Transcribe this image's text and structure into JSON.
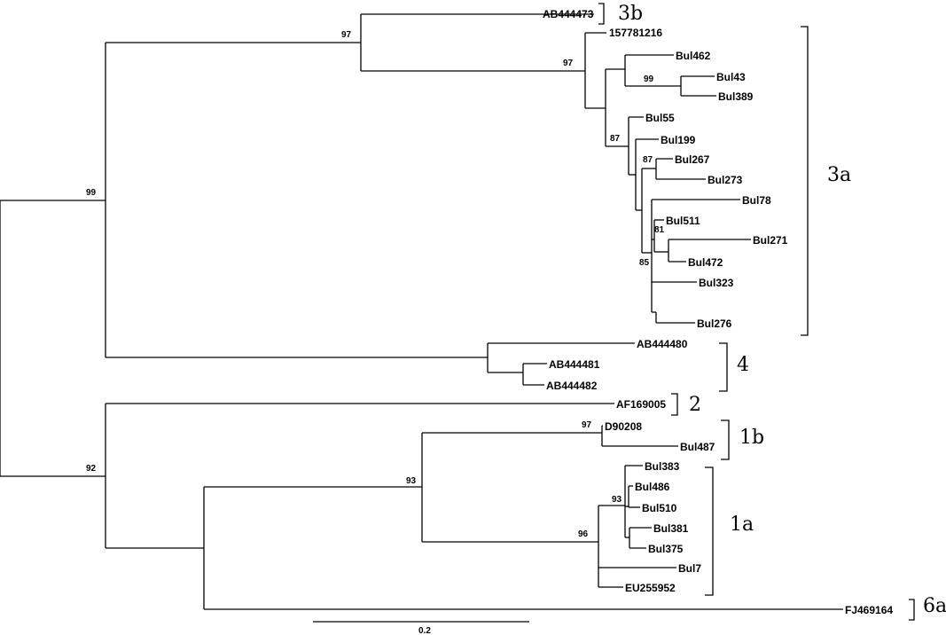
{
  "leaves": {
    "ab444473": "AB444473",
    "n157781216": "157781216",
    "bul462": "Bul462",
    "bul43": "Bul43",
    "bul389": "Bul389",
    "bul55": "Bul55",
    "bul199": "Bul199",
    "bul267": "Bul267",
    "bul273": "Bul273",
    "bul78": "Bul78",
    "bul511": "Bul511",
    "bul271": "Bul271",
    "bul472": "Bul472",
    "bul323": "Bul323",
    "bul276": "Bul276",
    "ab444480": "AB444480",
    "ab444481": "AB444481",
    "ab444482": "AB444482",
    "af169005": "AF169005",
    "d90208": "D90208",
    "bul487": "Bul487",
    "bul383": "Bul383",
    "bul486": "Bul486",
    "bul510": "Bul510",
    "bul381": "Bul381",
    "bul375": "Bul375",
    "bul7": "Bul7",
    "eu255952": "EU255952",
    "fj469164": "FJ469164"
  },
  "bootstrap": {
    "root_upper": "99",
    "root_lower": "92",
    "clade3": "97",
    "clade3a": "97",
    "bul43_group": "99",
    "bul55_group": "87",
    "bul267_group": "87",
    "bul511_group": "81",
    "bul78_group": "85",
    "clade1": "93",
    "clade1b": "97",
    "clade1a": "96",
    "bul486_group": "93"
  },
  "clades": {
    "c3b": "3b",
    "c3a": "3a",
    "c4": "4",
    "c2": "2",
    "c1b": "1b",
    "c1a": "1a",
    "c6a": "6a"
  },
  "scale_bar": {
    "label": "0.2",
    "value": 0.2
  }
}
